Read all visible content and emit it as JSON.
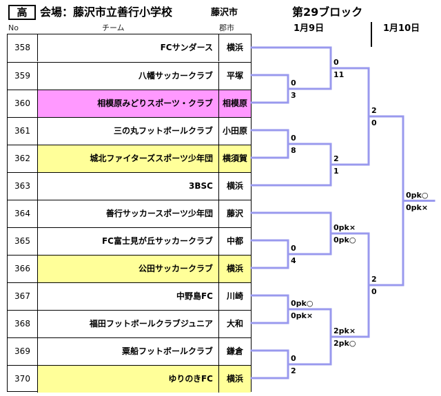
{
  "header": {
    "level": "高",
    "venue": "会場：藤沢市立善行小学校",
    "city": "藤沢市",
    "block": "第29ブロック"
  },
  "dates": {
    "day1": "1月9日",
    "day2": "1月10日"
  },
  "columns": {
    "no": "No",
    "team": "チーム",
    "city": "郡市"
  },
  "teams": [
    {
      "no": "358",
      "name": "FCサンダース",
      "city": "横浜",
      "highlight": "none"
    },
    {
      "no": "359",
      "name": "八幡サッカークラブ",
      "city": "平塚",
      "highlight": "none"
    },
    {
      "no": "360",
      "name": "相模原みどりスポーツ・クラブ",
      "city": "相模原",
      "highlight": "pink"
    },
    {
      "no": "361",
      "name": "三の丸フットボールクラブ",
      "city": "小田原",
      "highlight": "none"
    },
    {
      "no": "362",
      "name": "城北ファイターズスポーツ少年団",
      "city": "横須賀",
      "highlight": "yellow"
    },
    {
      "no": "363",
      "name": "3BSC",
      "city": "横浜",
      "highlight": "none"
    },
    {
      "no": "364",
      "name": "善行サッカースポーツ少年団",
      "city": "藤沢",
      "highlight": "none"
    },
    {
      "no": "365",
      "name": "FC富士見が丘サッカークラブ",
      "city": "中都",
      "highlight": "none"
    },
    {
      "no": "366",
      "name": "公田サッカークラブ",
      "city": "横浜",
      "highlight": "yellow"
    },
    {
      "no": "367",
      "name": "中野島FC",
      "city": "川崎",
      "highlight": "none"
    },
    {
      "no": "368",
      "name": "福田フットボールクラブジュニア",
      "city": "大和",
      "highlight": "none"
    },
    {
      "no": "369",
      "name": "粟船フットボールクラブ",
      "city": "鎌倉",
      "highlight": "none"
    },
    {
      "no": "370",
      "name": "ゆりのきFC",
      "city": "横浜",
      "highlight": "yellow"
    }
  ],
  "scores": {
    "r1_359_360_top": "0",
    "r1_359_360_bot": "3",
    "r1_361_362_top": "0",
    "r1_361_362_bot": "8",
    "r1_365_366_top": "0",
    "r1_365_366_bot": "4",
    "r1_367_368_top": "0pk○",
    "r1_367_368_bot": "0pk×",
    "r1_369_370_top": "0",
    "r1_369_370_bot": "2",
    "r2_358_top": "0",
    "r2_358_bot": "11",
    "r2_362_363_top": "2",
    "r2_362_363_bot": "1",
    "r2_364_366_top": "0pk×",
    "r2_364_366_bot": "0pk○",
    "r2_367_370_top": "2pk×",
    "r2_367_370_bot": "2pk○",
    "r3_top_top": "2",
    "r3_top_bot": "0",
    "r3_bot_top": "2",
    "r3_bot_bot": "0",
    "final_top": "0pk○",
    "final_bot": "0pk×"
  },
  "colors": {
    "bracket_line": "#9999ee",
    "pink": "#ff99ff",
    "yellow": "#ffff99"
  }
}
